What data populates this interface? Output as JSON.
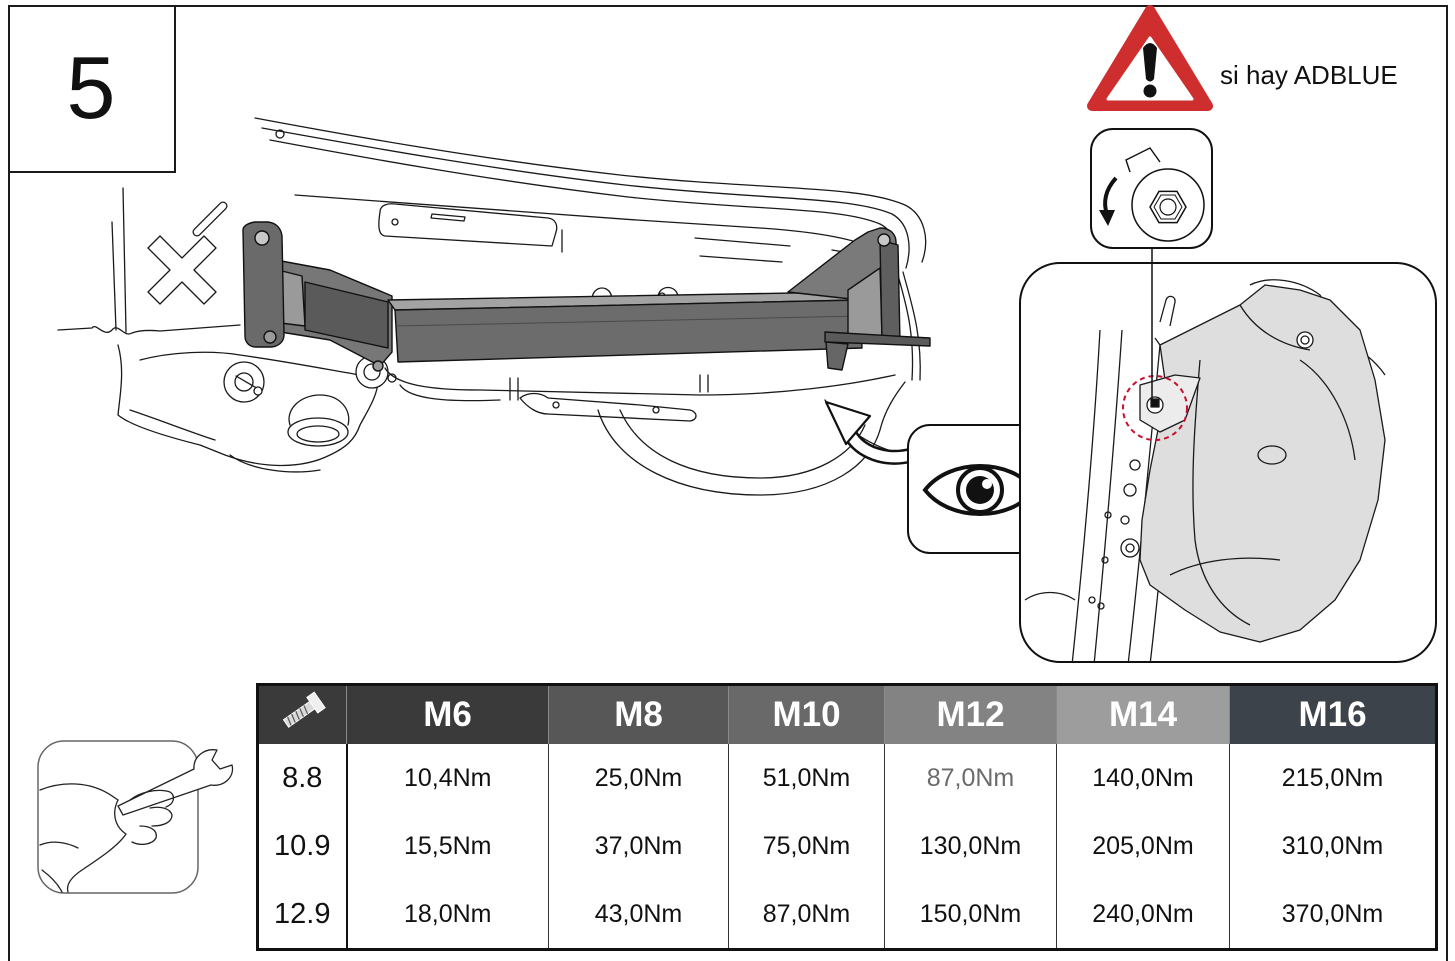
{
  "step": {
    "number": "5"
  },
  "warning": {
    "icon": "warning-triangle-icon",
    "text": "si hay ADBLUE",
    "color": "#cf2e2e"
  },
  "illustration": {
    "vehicle_icon": "vehicle-rear-underbody",
    "tow_bar_icon": "tow-bar",
    "view_icon": "eye-icon",
    "tighten_icon": "nut-rotate-icon",
    "detail_icon": "adblue-tank-detail",
    "tow_bar_color": "#6c6c6c",
    "highlight_color": "#c8102e"
  },
  "torque_table": {
    "header_icon": "bolt-icon",
    "side_icon": "hand-wrench-icon",
    "icon_cell_color": "#3a3a3a",
    "columns": [
      {
        "label": "M6",
        "color": "#3a3a3a"
      },
      {
        "label": "M8",
        "color": "#575757"
      },
      {
        "label": "M10",
        "color": "#696969"
      },
      {
        "label": "M12",
        "color": "#838383"
      },
      {
        "label": "M14",
        "color": "#9d9d9d"
      },
      {
        "label": "M16",
        "color": "#3d434a"
      }
    ],
    "rows": [
      {
        "grade": "8.8",
        "values": [
          "10,4Nm",
          "25,0Nm",
          "51,0Nm",
          "87,0Nm",
          "140,0Nm",
          "215,0Nm"
        ]
      },
      {
        "grade": "10.9",
        "values": [
          "15,5Nm",
          "37,0Nm",
          "75,0Nm",
          "130,0Nm",
          "205,0Nm",
          "310,0Nm"
        ]
      },
      {
        "grade": "12.9",
        "values": [
          "18,0Nm",
          "43,0Nm",
          "87,0Nm",
          "150,0Nm",
          "240,0Nm",
          "370,0Nm"
        ]
      }
    ]
  }
}
